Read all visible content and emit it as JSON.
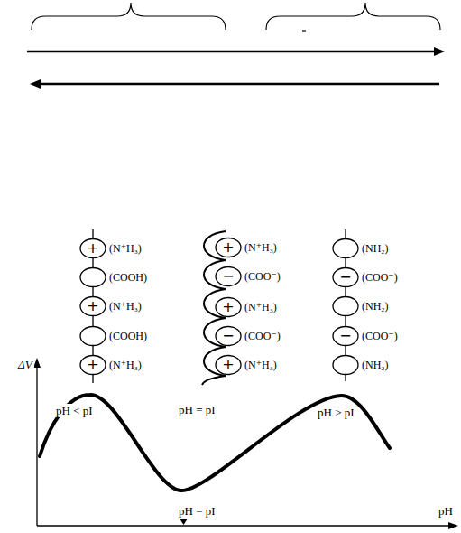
{
  "diagram": {
    "nodes": [
      {
        "text": [
          "+",
          "(N⁺H₃)"
        ]
      },
      {
        "text": [
          "(COOH)"
        ]
      },
      {
        "text": [
          "+",
          "(N⁺H₃)"
        ]
      },
      {
        "text": [
          "(COOH)"
        ]
      },
      {
        "text": [
          "+",
          "(N⁺H₃)"
        ]
      },
      {
        "text": [
          "+",
          "(N⁺H₃)"
        ]
      },
      {
        "text": [
          "−",
          "(COO⁻)"
        ]
      },
      {
        "text": [
          "+",
          "(N⁺H₃)"
        ]
      },
      {
        "text": [
          "−",
          "(COO⁻)"
        ]
      },
      {
        "text": [
          "+",
          "(N⁺H₃)"
        ]
      },
      {
        "text": [
          "(NH₂)"
        ]
      },
      {
        "text": [
          "−",
          "(COO⁻)"
        ]
      },
      {
        "text": [
          "(NH₂)"
        ]
      },
      {
        "text": [
          "−",
          "(COO⁻)"
        ]
      },
      {
        "text": [
          "(NH₂)"
        ]
      }
    ],
    "edges": [
      {
        "from": 0,
        "to": 1,
        "arrow": "none"
      },
      {
        "from": 1,
        "to": 2,
        "arrow": "none"
      },
      {
        "from": 2,
        "to": 3,
        "arrow": "none"
      },
      {
        "from": 3,
        "to": 4,
        "arrow": "none"
      },
      {
        "from": 10,
        "to": 11,
        "arrow": "none"
      },
      {
        "from": 11,
        "to": 12,
        "arrow": "none"
      },
      {
        "from": 12,
        "to": 13,
        "arrow": "none"
      },
      {
        "from": 13,
        "to": 14,
        "arrow": "none"
      }
    ],
    "labels": [
      "ΔV",
      "pH < pI",
      "pH = pI",
      "pH > pI",
      "pH = pI",
      "pH"
    ]
  }
}
